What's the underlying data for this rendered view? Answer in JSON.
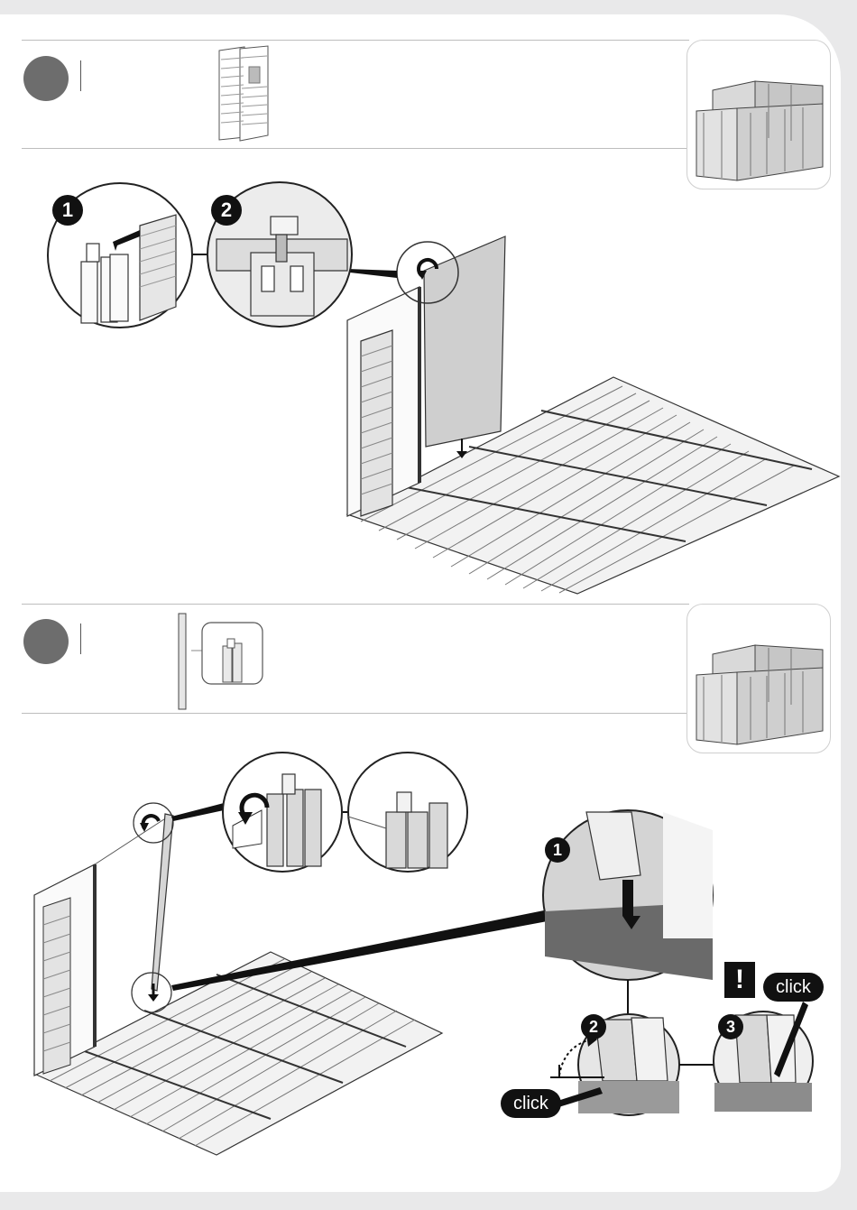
{
  "page": {
    "background": "#e9e9ea",
    "sheet_color": "#ffffff",
    "accent_gray": "#6d6d6d"
  },
  "step_a": {
    "circle_icon": "step-number-circle",
    "parts_icon": "wall-panel-icon",
    "preview_icon": "shed-preview-icon",
    "detail_1": {
      "badge": "1",
      "icon": "slide-panel-detail-icon"
    },
    "detail_2": {
      "badge": "2",
      "icon": "connector-profile-detail-icon"
    },
    "main_icon": "insert-wall-panel-illustration"
  },
  "step_b": {
    "circle_icon": "step-number-circle",
    "parts_icon": "connector-post-icon",
    "parts_zoom_icon": "connector-profile-zoom-icon",
    "preview_icon": "shed-preview-icon",
    "main_icon": "insert-connector-post-illustration",
    "detail_1": {
      "badge": "1",
      "icon": "post-into-floor-detail-icon"
    },
    "detail_2": {
      "badge": "2",
      "icon": "post-angle-detail-icon",
      "click_label": "click"
    },
    "detail_3": {
      "badge": "3",
      "icon": "post-locked-detail-icon",
      "click_label": "click"
    },
    "warning_label": "!"
  }
}
